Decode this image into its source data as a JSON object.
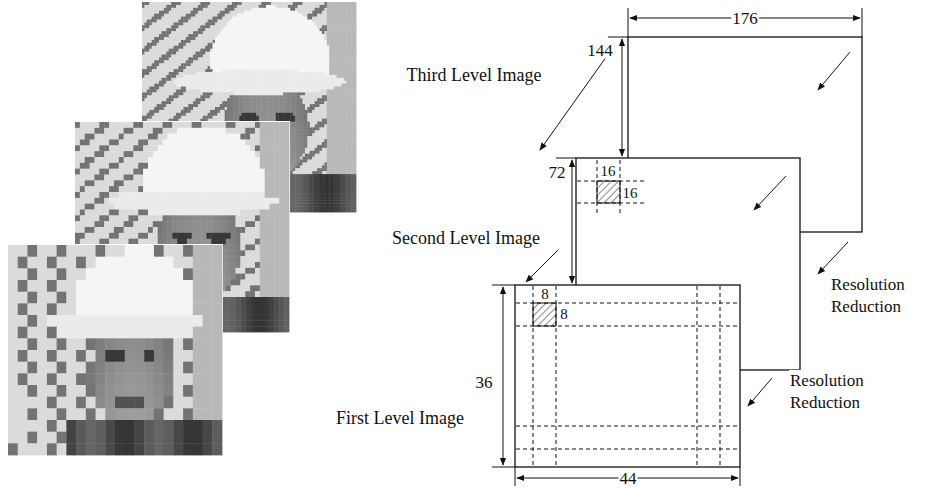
{
  "diagram": {
    "labels": [
      "176",
      "144",
      "Third Level Image",
      "72",
      "16",
      "16",
      "Second Level Image",
      "Resolution Reduction",
      "8",
      "8",
      "Resolution Reduction",
      "36",
      "First Level Image",
      "44"
    ]
  }
}
